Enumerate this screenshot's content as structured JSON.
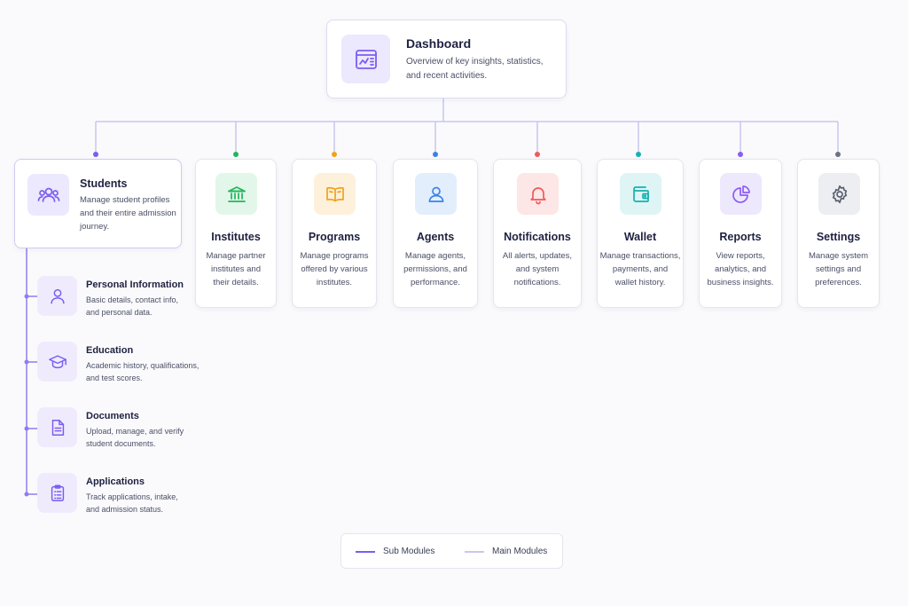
{
  "dashboard": {
    "title": "Dashboard",
    "desc_lines": [
      "Overview of key insights, statistics,",
      "and recent activities."
    ]
  },
  "students": {
    "title": "Students",
    "desc_lines": [
      "Manage student profiles",
      "and their entire admission",
      "journey."
    ]
  },
  "modules": [
    {
      "title": "Institutes",
      "desc_lines": [
        "Manage partner",
        "institutes and",
        "their details."
      ],
      "color": "#22b55c",
      "bg": "#e3f6ea",
      "icon": "institution-icon"
    },
    {
      "title": "Programs",
      "desc_lines": [
        "Manage programs",
        "offered by various",
        "institutes."
      ],
      "color": "#f0a21a",
      "bg": "#fdf1dc",
      "icon": "book-icon"
    },
    {
      "title": "Agents",
      "desc_lines": [
        "Manage agents,",
        "permissions, and",
        "performance."
      ],
      "color": "#3b82e6",
      "bg": "#e3eefc",
      "icon": "user-icon"
    },
    {
      "title": "Notifications",
      "desc_lines": [
        "All alerts, updates,",
        "and system",
        "notifications."
      ],
      "color": "#ef5a5a",
      "bg": "#fde6e6",
      "icon": "bell-icon"
    },
    {
      "title": "Wallet",
      "desc_lines": [
        "Manage transactions,",
        "payments, and",
        "wallet history."
      ],
      "color": "#18b0b0",
      "bg": "#dff5f5",
      "icon": "wallet-icon"
    },
    {
      "title": "Reports",
      "desc_lines": [
        "View reports,",
        "analytics, and",
        "business insights."
      ],
      "color": "#8b5cf6",
      "bg": "#eee8fd",
      "icon": "pie-chart-icon"
    },
    {
      "title": "Settings",
      "desc_lines": [
        "Manage system",
        "settings and",
        "preferences."
      ],
      "color": "#6b7280",
      "bg": "#eceef2",
      "icon": "gear-icon"
    }
  ],
  "sub_modules": [
    {
      "title": "Personal Information",
      "desc_lines": [
        "Basic details, contact info,",
        "and personal data."
      ],
      "icon": "user-icon"
    },
    {
      "title": "Education",
      "desc_lines": [
        "Academic history, qualifications,",
        "and test scores."
      ],
      "icon": "graduation-cap-icon"
    },
    {
      "title": "Documents",
      "desc_lines": [
        "Upload, manage, and verify",
        "student documents."
      ],
      "icon": "document-icon"
    },
    {
      "title": "Applications",
      "desc_lines": [
        "Track applications, intake,",
        "and admission status."
      ],
      "icon": "clipboard-icon"
    }
  ],
  "legend": {
    "sub": "Sub Modules",
    "main": "Main Modules"
  },
  "colors": {
    "accent": "#7c5cf0",
    "line": "#c8c5f0",
    "sub_icon_bg": "#efebfd"
  }
}
